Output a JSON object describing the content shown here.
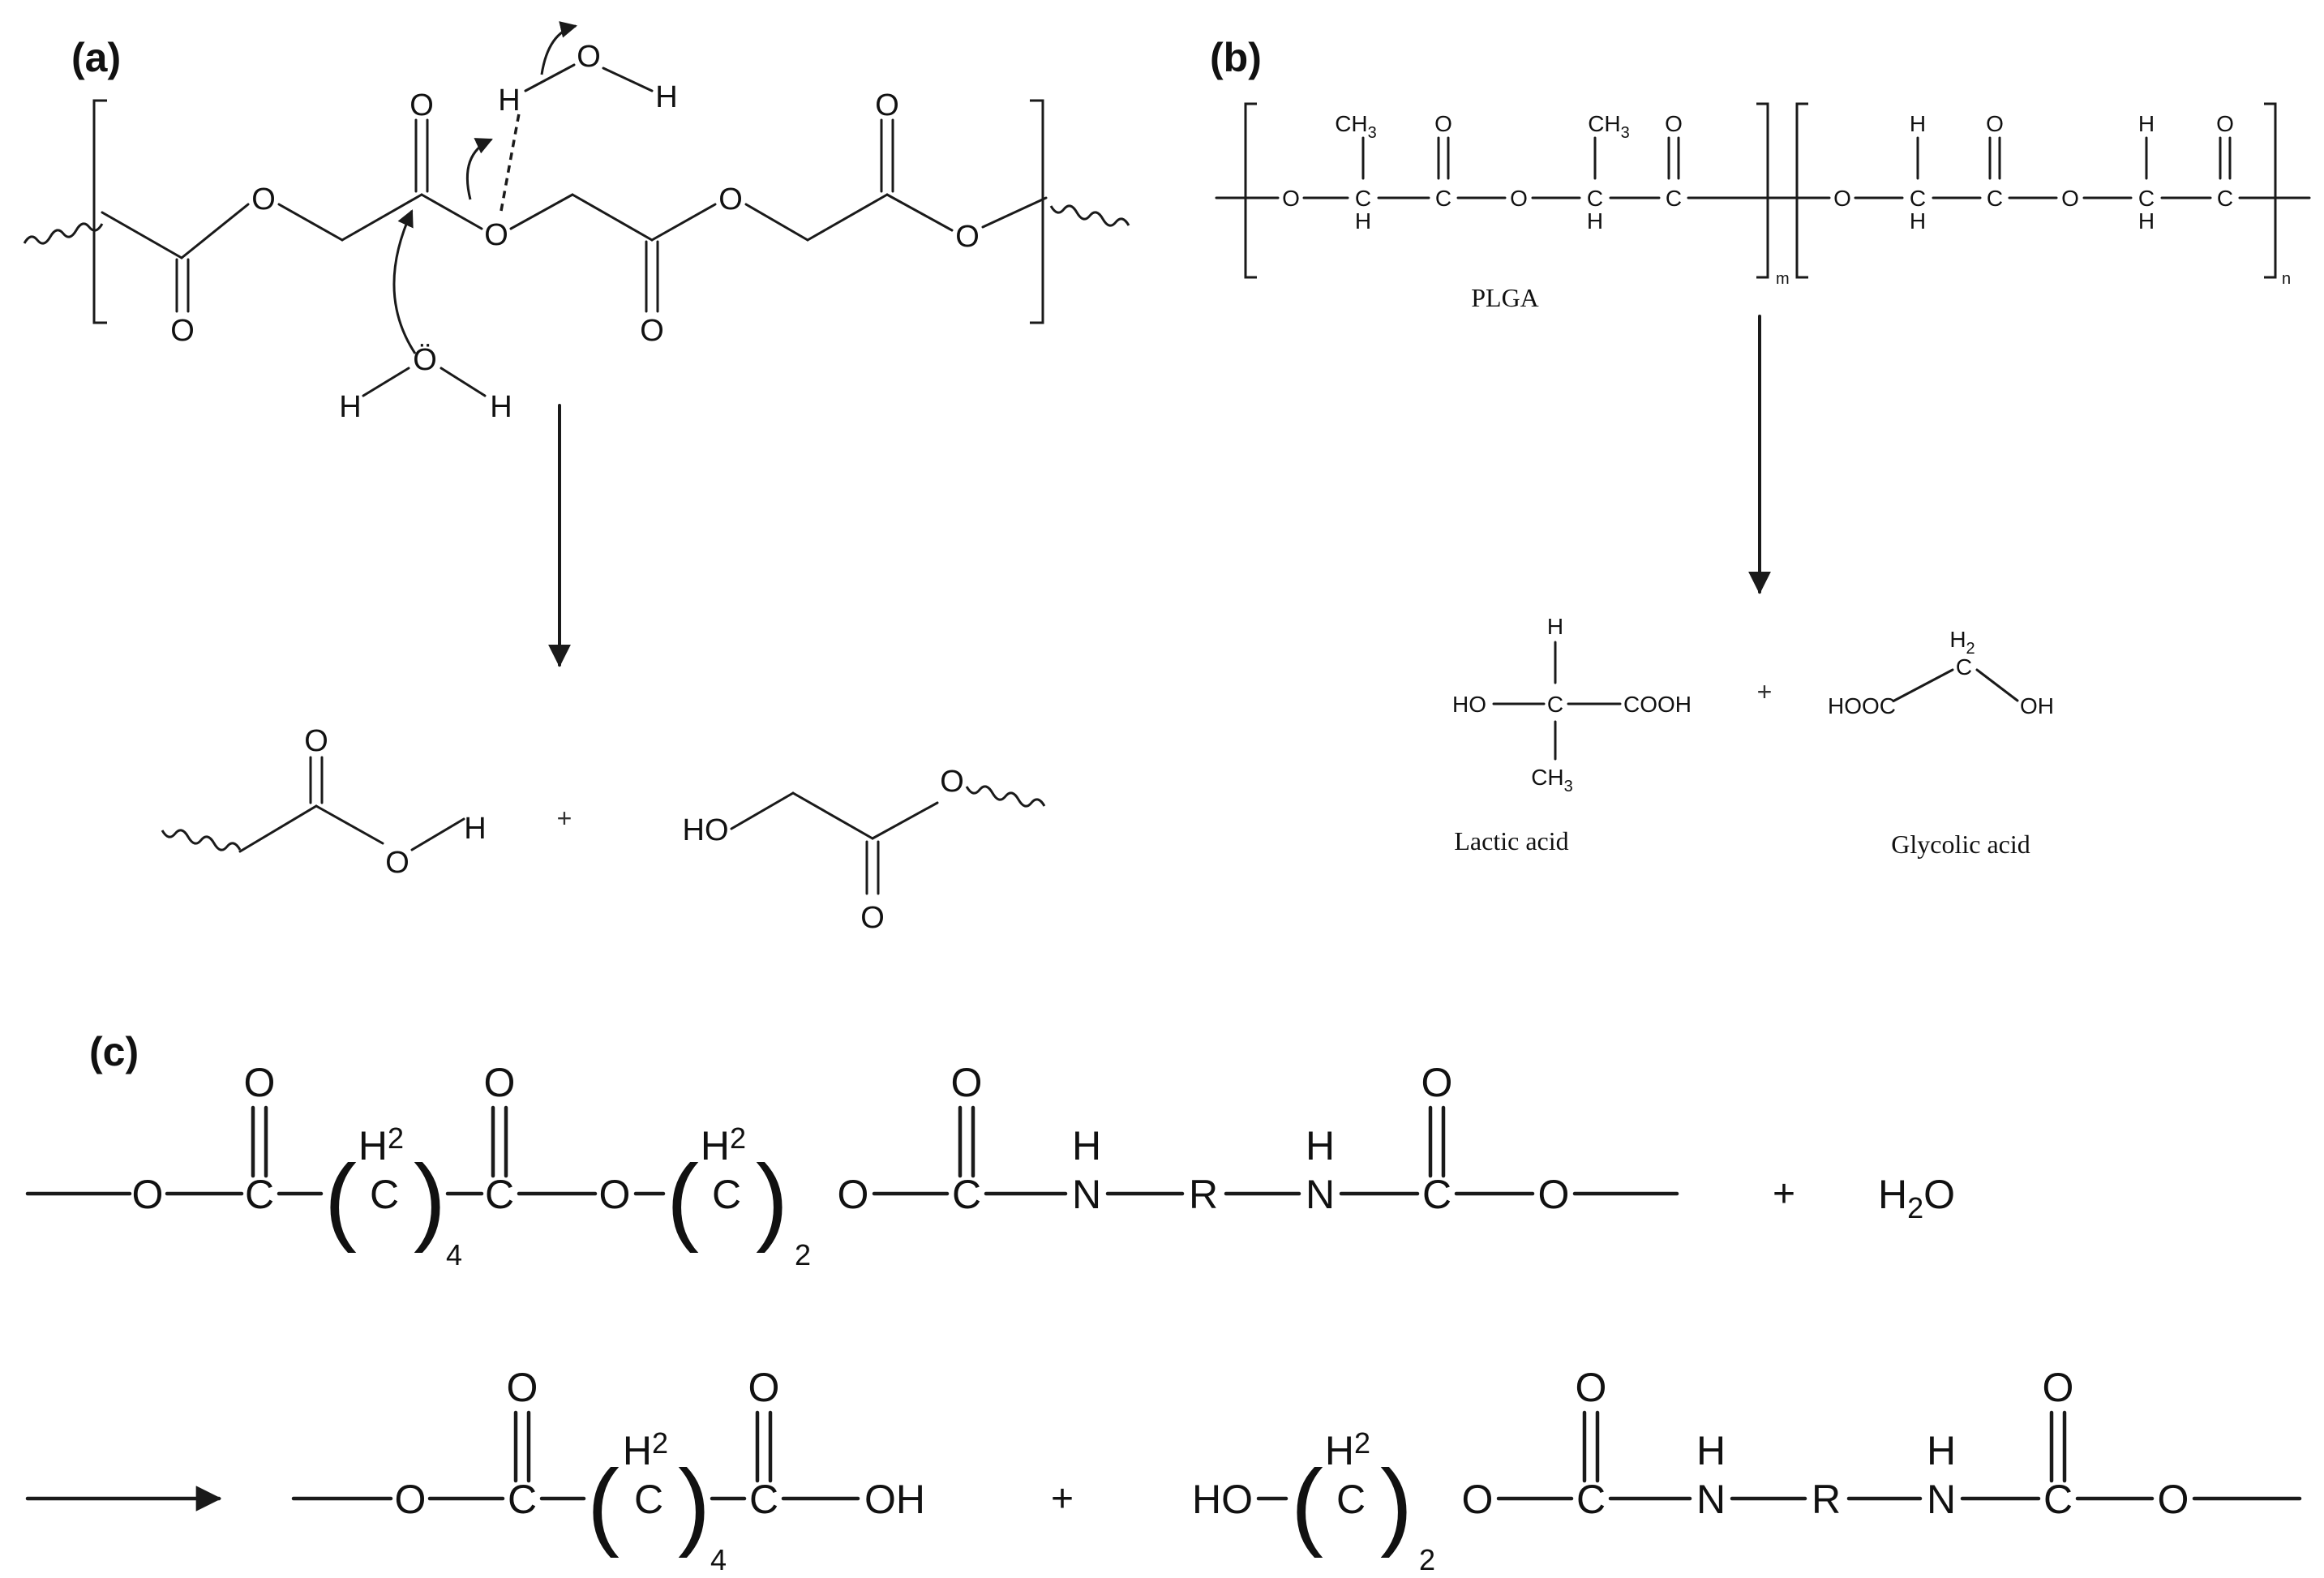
{
  "panels": {
    "a": {
      "label": "(a)",
      "atoms": {
        "o_ring1": "O",
        "o_carbonyl1_top": "O",
        "o_bridge": "O",
        "o_ring3": "O",
        "o_carbonyl3_top": "O",
        "o_end": "O",
        "o_carbonyl0_bottom": "O",
        "o_carbonyl2_bottom": "O",
        "h_dash": "H",
        "o_water_top": "O",
        "h_water_top": "H",
        "o_water_nuc": "Ö",
        "h_water_left": "H",
        "h_water_right": "H",
        "prod1_o_top": "O",
        "prod1_o": "O",
        "prod1_h": "H",
        "prod2_ho": "HO",
        "prod2_o": "O",
        "prod2_o_bottom": "O"
      },
      "plus": "+"
    },
    "b": {
      "label": "(b)",
      "atoms": {
        "o1": "O",
        "c1": "C",
        "h1": "H",
        "ch3_1": "CH",
        "ch3_1_sub": "3",
        "c2": "C",
        "o2_top": "O",
        "o3": "O",
        "c3": "C",
        "h3": "H",
        "ch3_2": "CH",
        "ch3_2_sub": "3",
        "c4": "C",
        "o4_top": "O",
        "o5": "O",
        "c5": "C",
        "h5_top": "H",
        "h5_bottom": "H",
        "c6": "C",
        "o6_top": "O",
        "o7": "O",
        "c7": "C",
        "h7_top": "H",
        "h7_bottom": "H",
        "c8": "C",
        "o8_top": "O",
        "sub_m": "m",
        "sub_n": "n"
      },
      "caption_plga": "PLGA",
      "lactic": {
        "h_top": "H",
        "ho": "HO",
        "c": "C",
        "cooh": "COOH",
        "ch3": "CH",
        "ch3_sub": "3",
        "caption": "Lactic acid"
      },
      "glycolic": {
        "h2": "H",
        "h2_sub": "2",
        "c": "C",
        "hooc": "HOOC",
        "oh": "OH",
        "caption": "Glycolic acid"
      },
      "plus": "+"
    },
    "c": {
      "label": "(c)",
      "reactant": {
        "o1": "O",
        "c1": "C",
        "o_c1": "O",
        "paren_l1": "(",
        "h2_1": "H",
        "h2_1_sub": "2",
        "c2": "C",
        "paren_r1": ")",
        "sub4": "4",
        "c3": "C",
        "o_c3": "O",
        "o2": "O",
        "paren_l2": "(",
        "h2_2": "H",
        "h2_2_sub": "2",
        "c4": "C",
        "paren_r2": ")",
        "sub2": "2",
        "o3": "O",
        "c5": "C",
        "o_c5": "O",
        "n1": "N",
        "h_n1": "H",
        "r": "R",
        "n2": "N",
        "h_n2": "H",
        "c6": "C",
        "o_c6": "O",
        "o4": "O"
      },
      "plus1": "+",
      "water": {
        "h": "H",
        "sub": "2",
        "o": "O"
      },
      "product1": {
        "o1": "O",
        "c1": "C",
        "o_c1": "O",
        "paren_l": "(",
        "h2": "H",
        "h2_sub": "2",
        "c2": "C",
        "paren_r": ")",
        "sub4": "4",
        "c3": "C",
        "o_c3": "O",
        "oh": "OH"
      },
      "plus2": "+",
      "product2": {
        "ho": "HO",
        "paren_l": "(",
        "h2": "H",
        "h2_sub": "2",
        "c1": "C",
        "paren_r": ")",
        "sub2": "2",
        "o1": "O",
        "c2": "C",
        "o_c2": "O",
        "n1": "N",
        "h_n1": "H",
        "r": "R",
        "n2": "N",
        "h_n2": "H",
        "c3": "C",
        "o_c3": "O",
        "o2": "O"
      }
    }
  }
}
